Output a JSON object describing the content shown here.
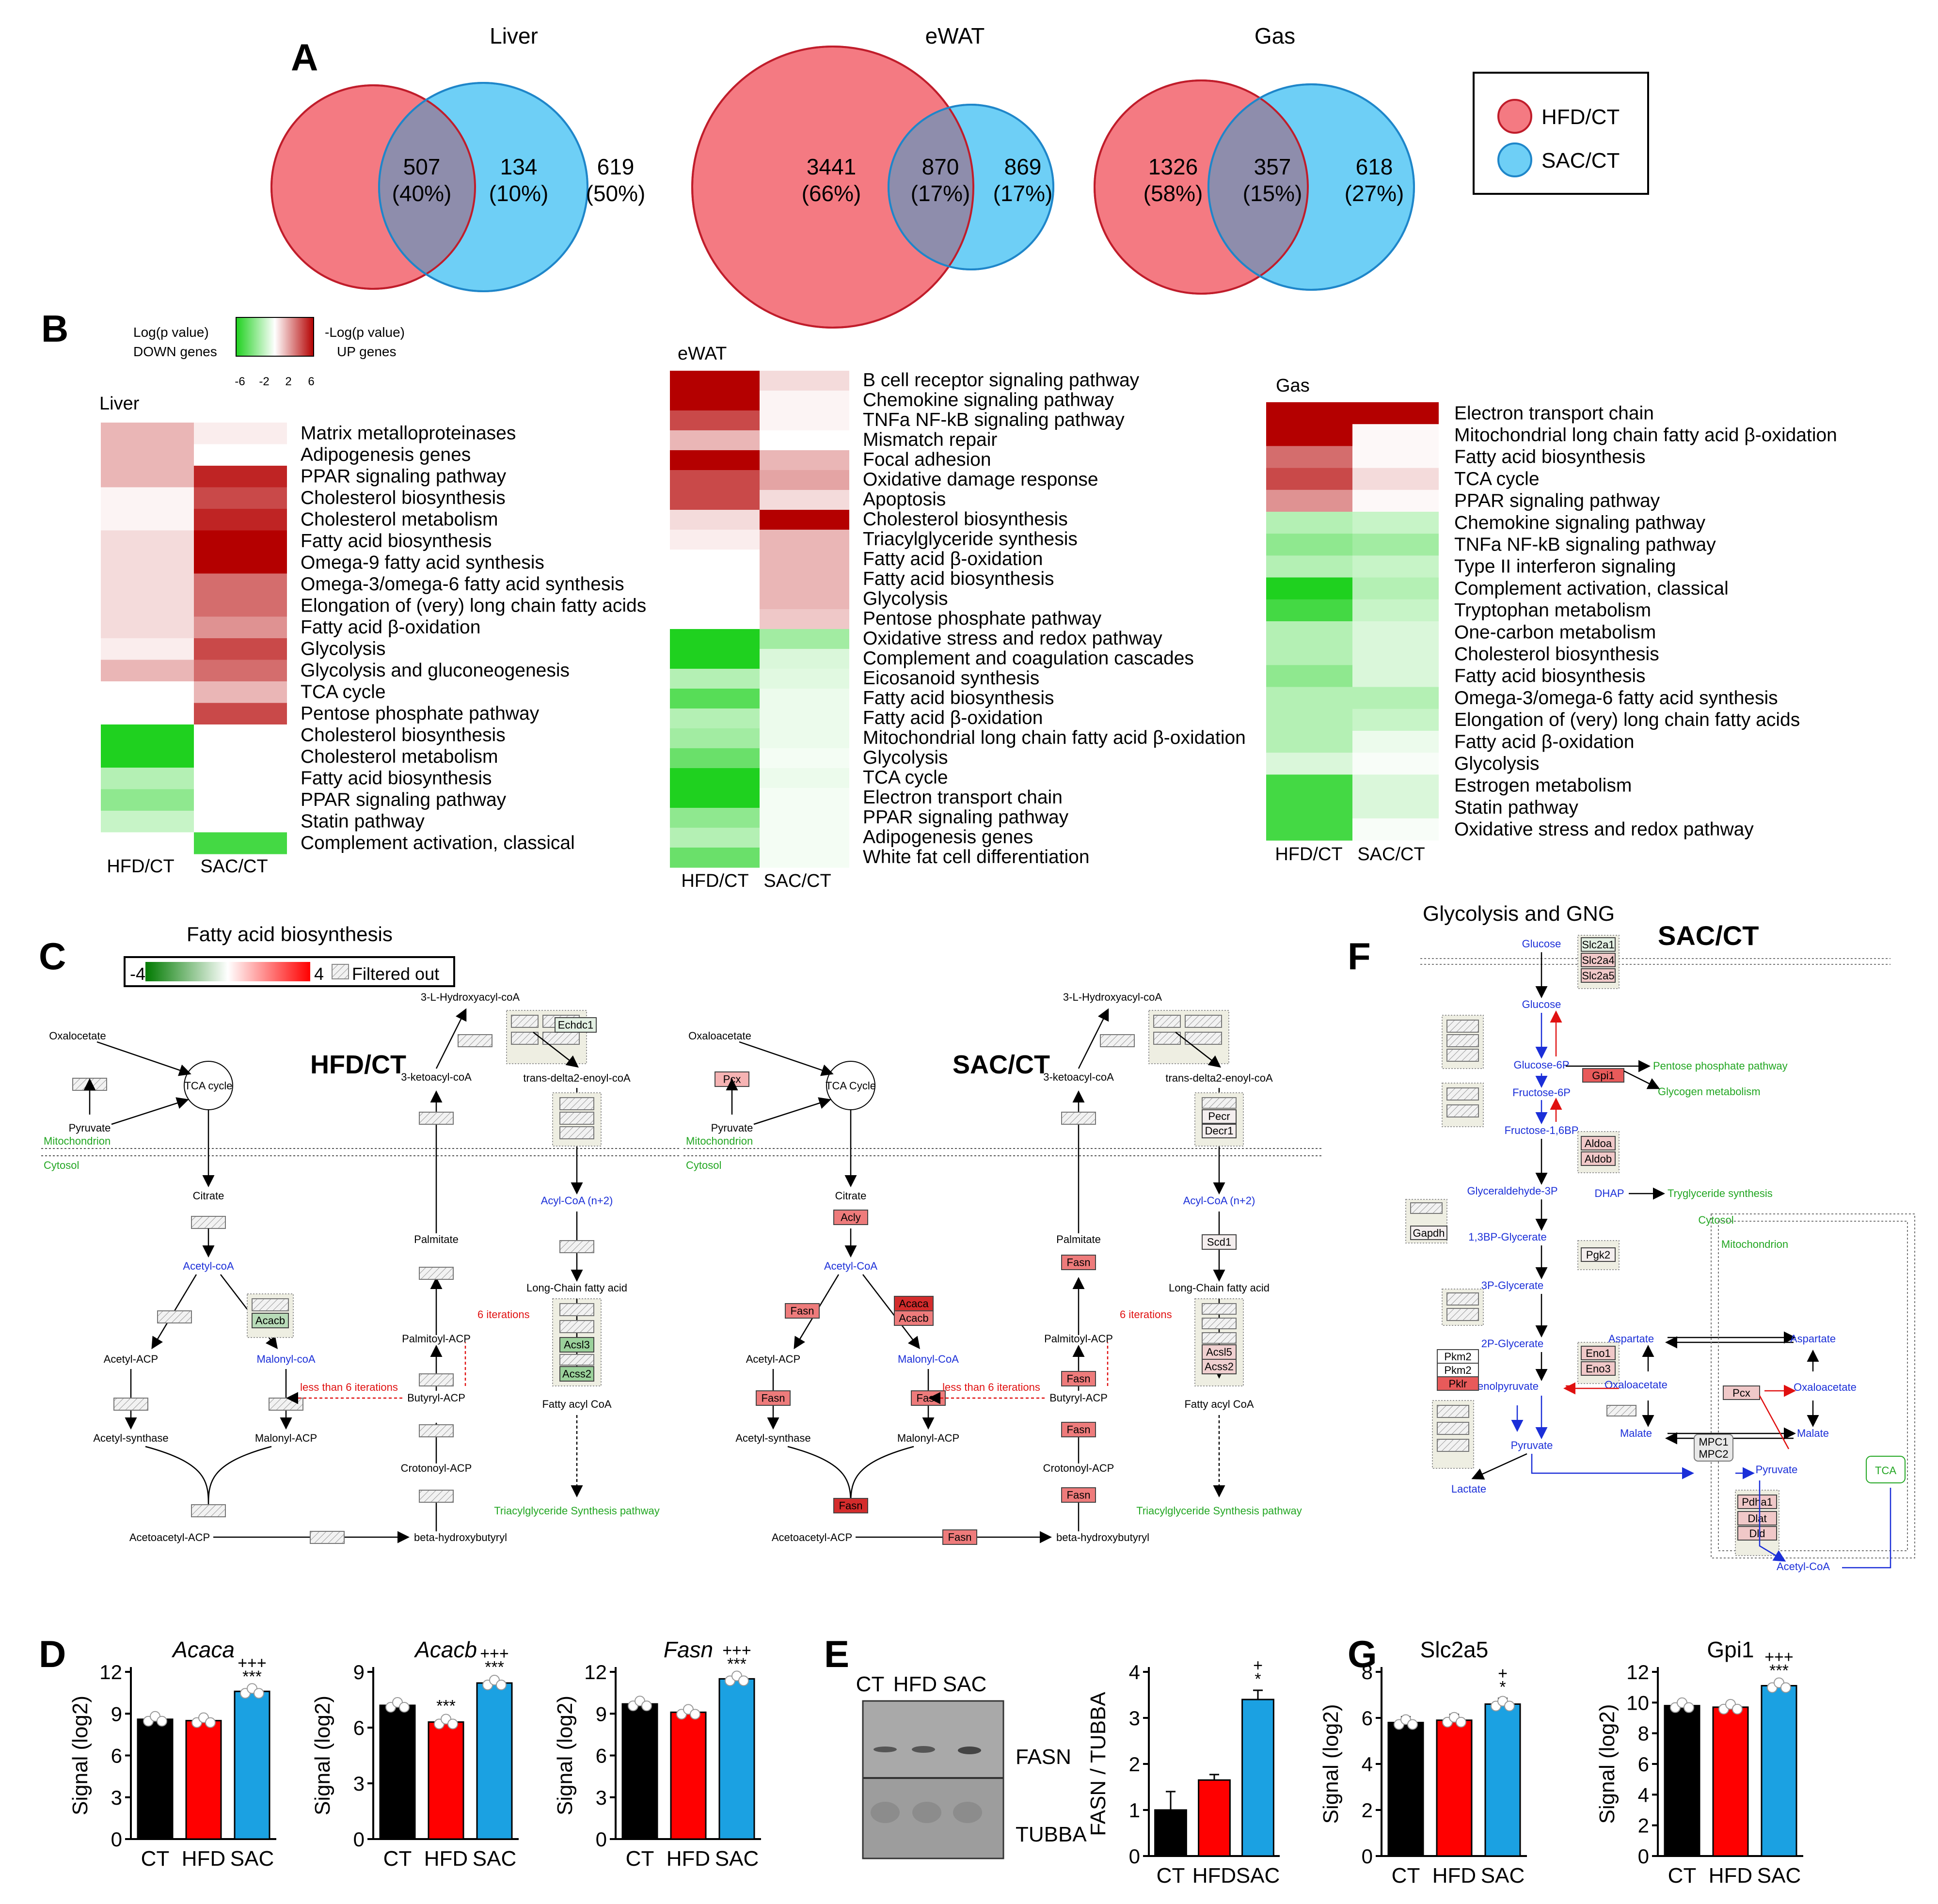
{
  "panel_letters": {
    "A": "A",
    "B": "B",
    "C": "C",
    "D": "D",
    "E": "E",
    "F": "F",
    "G": "G"
  },
  "panel_a": {
    "legend": [
      {
        "label": "HFD/CT",
        "color": "#f47a82"
      },
      {
        "label": "SAC/CT",
        "color": "#6ecff6"
      }
    ],
    "venns": [
      {
        "title": "Liver",
        "left": "507",
        "left_pct": "(40%)",
        "mid": "134",
        "mid_pct": "(10%)",
        "right": "619",
        "right_pct": "(50%)"
      },
      {
        "title": "eWAT",
        "left": "3441",
        "left_pct": "(66%)",
        "mid": "870",
        "mid_pct": "(17%)",
        "right": "869",
        "right_pct": "(17%)"
      },
      {
        "title": "Gas",
        "left": "1326",
        "left_pct": "(58%)",
        "mid": "357",
        "mid_pct": "(15%)",
        "right": "618",
        "right_pct": "(27%)"
      }
    ]
  },
  "panel_b": {
    "scale_left": "Log(p value)",
    "scale_left2": "DOWN genes",
    "scale_right": "-Log(p value)",
    "scale_right2": "UP genes",
    "scale_ticks": [
      "-6",
      "-2",
      "2",
      "6"
    ],
    "columns": [
      "HFD/CT",
      "SAC/CT"
    ],
    "heatmaps": [
      {
        "title": "Liver",
        "rows": [
          {
            "label": "Matrix metalloproteinases",
            "v": [
              2,
              0.5
            ]
          },
          {
            "label": "Adipogenesis genes",
            "v": [
              2,
              0
            ]
          },
          {
            "label": "PPAR signaling pathway",
            "v": [
              2,
              6
            ]
          },
          {
            "label": "Cholesterol biosynthesis",
            "v": [
              0.3,
              5
            ]
          },
          {
            "label": "Cholesterol metabolism",
            "v": [
              0.3,
              6
            ]
          },
          {
            "label": "Fatty acid biosynthesis",
            "v": [
              1,
              7
            ]
          },
          {
            "label": "Omega-9 fatty acid synthesis",
            "v": [
              1,
              7
            ]
          },
          {
            "label": "Omega-3/omega-6 fatty acid synthesis",
            "v": [
              1,
              4
            ]
          },
          {
            "label": "Elongation of (very) long chain fatty acids",
            "v": [
              1,
              4
            ]
          },
          {
            "label": "Fatty acid β-oxidation",
            "v": [
              1,
              3
            ]
          },
          {
            "label": "Glycolysis",
            "v": [
              0.5,
              5
            ]
          },
          {
            "label": "Glycolysis and gluconeogenesis",
            "v": [
              2,
              4
            ]
          },
          {
            "label": "TCA cycle",
            "v": [
              0,
              2
            ]
          },
          {
            "label": "Pentose phosphate pathway",
            "v": [
              0,
              5
            ]
          },
          {
            "label": "Cholesterol biosynthesis",
            "v": [
              -6,
              0
            ]
          },
          {
            "label": "Cholesterol metabolism",
            "v": [
              -6,
              0
            ]
          },
          {
            "label": "Fatty acid biosynthesis",
            "v": [
              -2,
              0
            ]
          },
          {
            "label": "PPAR signaling pathway",
            "v": [
              -3,
              0
            ]
          },
          {
            "label": "Statin pathway",
            "v": [
              -1.5,
              0
            ]
          },
          {
            "label": "Complement activation, classical",
            "v": [
              0,
              -5
            ]
          }
        ]
      },
      {
        "title": "eWAT",
        "rows": [
          {
            "label": "B cell receptor signaling pathway",
            "v": [
              7,
              1
            ]
          },
          {
            "label": "Chemokine signaling pathway",
            "v": [
              7,
              0.3
            ]
          },
          {
            "label": "TNFa NF-kB signaling pathway",
            "v": [
              5,
              0.3
            ]
          },
          {
            "label": "Mismatch repair",
            "v": [
              2,
              0
            ]
          },
          {
            "label": "Focal adhesion",
            "v": [
              7,
              2
            ]
          },
          {
            "label": "Oxidative damage response",
            "v": [
              5,
              2.5
            ]
          },
          {
            "label": "Apoptosis",
            "v": [
              5,
              1
            ]
          },
          {
            "label": "Cholesterol biosynthesis",
            "v": [
              1,
              7
            ]
          },
          {
            "label": "Triacylglyceride synthesis",
            "v": [
              0.5,
              2
            ]
          },
          {
            "label": "Fatty acid β-oxidation",
            "v": [
              0,
              2
            ]
          },
          {
            "label": "Fatty acid biosynthesis",
            "v": [
              0,
              2
            ]
          },
          {
            "label": "Glycolysis",
            "v": [
              0,
              2
            ]
          },
          {
            "label": "Pentose phosphate pathway",
            "v": [
              0,
              1.5
            ]
          },
          {
            "label": "Oxidative stress and redox pathway",
            "v": [
              -6,
              -2.5
            ]
          },
          {
            "label": "Complement and coagulation cascades",
            "v": [
              -6,
              -1
            ]
          },
          {
            "label": "Eicosanoid synthesis",
            "v": [
              -2,
              -0.8
            ]
          },
          {
            "label": "Fatty acid biosynthesis",
            "v": [
              -4.5,
              -0.5
            ]
          },
          {
            "label": "Fatty acid β-oxidation",
            "v": [
              -2,
              -0.5
            ]
          },
          {
            "label": "Mitochondrial long chain fatty acid β-oxidation",
            "v": [
              -2.5,
              -0.5
            ]
          },
          {
            "label": "Glycolysis",
            "v": [
              -4,
              -0.3
            ]
          },
          {
            "label": "TCA cycle",
            "v": [
              -6,
              -0.5
            ]
          },
          {
            "label": "Electron transport chain",
            "v": [
              -6,
              -0.3
            ]
          },
          {
            "label": "PPAR signaling pathway",
            "v": [
              -3,
              -0.3
            ]
          },
          {
            "label": "Adipogenesis genes",
            "v": [
              -2,
              -0.3
            ]
          },
          {
            "label": "White fat cell differentiation",
            "v": [
              -4,
              -0.3
            ]
          }
        ]
      },
      {
        "title": "Gas",
        "rows": [
          {
            "label": "Electron transport chain",
            "v": [
              7,
              7
            ]
          },
          {
            "label": "Mitochondrial long chain fatty acid β-oxidation",
            "v": [
              7,
              0.2
            ]
          },
          {
            "label": "Fatty acid biosynthesis",
            "v": [
              4,
              0.2
            ]
          },
          {
            "label": "TCA cycle",
            "v": [
              5,
              1
            ]
          },
          {
            "label": "PPAR signaling pathway",
            "v": [
              3,
              0.2
            ]
          },
          {
            "label": "Chemokine signaling pathway",
            "v": [
              -2,
              -1.5
            ]
          },
          {
            "label": "TNFa NF-kB signaling pathway",
            "v": [
              -3,
              -2.5
            ]
          },
          {
            "label": "Type II interferon signaling",
            "v": [
              -2,
              -1.5
            ]
          },
          {
            "label": "Complement activation, classical",
            "v": [
              -6,
              -2
            ]
          },
          {
            "label": "Tryptophan metabolism",
            "v": [
              -5,
              -1.5
            ]
          },
          {
            "label": "One-carbon metabolism",
            "v": [
              -2,
              -1
            ]
          },
          {
            "label": "Cholesterol biosynthesis",
            "v": [
              -2,
              -1
            ]
          },
          {
            "label": "Fatty acid biosynthesis",
            "v": [
              -3,
              -1
            ]
          },
          {
            "label": "Omega-3/omega-6 fatty acid synthesis",
            "v": [
              -2,
              -2
            ]
          },
          {
            "label": "Elongation of (very) long chain fatty acids",
            "v": [
              -2,
              -1.5
            ]
          },
          {
            "label": "Fatty acid β-oxidation",
            "v": [
              -2,
              -0.5
            ]
          },
          {
            "label": "Glycolysis",
            "v": [
              -1,
              -0.2
            ]
          },
          {
            "label": "Estrogen metabolism",
            "v": [
              -5,
              -1
            ]
          },
          {
            "label": "Statin pathway",
            "v": [
              -5,
              -1
            ]
          },
          {
            "label": "Oxidative stress and redox pathway",
            "v": [
              -5,
              -0.2
            ]
          }
        ]
      }
    ]
  },
  "panel_c": {
    "title": "Fatty acid biosynthesis",
    "legend_min": "-4",
    "legend_max": "4",
    "legend_filtered": "Filtered out",
    "maps": [
      {
        "name": "HFD/CT",
        "genes": {
          "acacb": "Acacb",
          "echdc1": "Echdc1",
          "acsl3": "Acsl3",
          "acss2": "Acss2"
        }
      },
      {
        "name": "SAC/CT",
        "genes": {
          "pcx": "Pcx",
          "acly": "Acly",
          "fasn": "Fasn",
          "acaca": "Acaca",
          "acacb": "Acacb",
          "pecr": "Pecr",
          "decr1": "Decr1",
          "scd1": "Scd1",
          "acsl5": "Acsl5",
          "acss2": "Acss2"
        }
      }
    ],
    "labels": {
      "oxaloacetate": "Oxalocetate",
      "oxaloacetate2": "Oxaloacetate",
      "tca": "TCA cycle",
      "tca2": "TCA Cycle",
      "pyruvate": "Pyruvate",
      "mito": "Mitochondrion",
      "cytosol": "Cytosol",
      "citrate": "Citrate",
      "acetylcoa": "Acetyl-coA",
      "acetylcoa2": "Acetyl-CoA",
      "acetylacp": "Acetyl-ACP",
      "malonylcoa": "Malonyl-coA",
      "malonylcoa2": "Malonyl-CoA",
      "acetylsynthase": "Acetyl-synthase",
      "malonylacp": "Malonyl-ACP",
      "acetoacetyl": "Acetoacetyl-ACP",
      "betahydroxy": "beta-hydroxybutyryl",
      "crotonoyl": "Crotonoyl-ACP",
      "butyryl": "Butyryl-ACP",
      "palmitoyl": "Palmitoyl-ACP",
      "palmitate": "Palmitate",
      "ketoacyl": "3-ketoacyl-coA",
      "hydroxyacyl": "3-L-Hydroxyacyl-coA",
      "transdelta": "trans-delta2-enoyl-coA",
      "acylcoa": "Acyl-CoA (n+2)",
      "longchain": "Long-Chain fatty acid",
      "fattyacyl": "Fatty acyl CoA",
      "tag": "Triacylglyceride Synthesis pathway",
      "lt6": "less than 6 iterations",
      "six": "6 iterations"
    }
  },
  "panel_f": {
    "title": "Glycolysis and GNG",
    "subtitle": "SAC/CT",
    "genes": [
      "Slc2a1",
      "Slc2a4",
      "Slc2a5",
      "Gpi1",
      "Aldoa",
      "Aldob",
      "Gapdh",
      "Pgk2",
      "Eno1",
      "Eno3",
      "Pkm2",
      "Pkm2",
      "Pklr",
      "Pcx",
      "MPC1",
      "MPC2",
      "Pdha1",
      "Dlat",
      "Dld"
    ],
    "labels": {
      "glucose": "Glucose",
      "g6p": "Glucose-6P",
      "f6p": "Fructose-6P",
      "f16bp": "Fructose-1,6BP",
      "g3p": "Glyceraldehyde-3P",
      "dhap": "DHAP",
      "bpg": "1,3BP-Glycerate",
      "pg3": "3P-Glycerate",
      "pg2": "2P-Glycerate",
      "pep": "P-enolpyruvate",
      "pyruvate": "Pyruvate",
      "lactate": "Lactate",
      "aspartate": "Aspartate",
      "oaa": "Oxaloacetate",
      "malate": "Malate",
      "acetylcoa": "Acetyl-CoA",
      "ppp": "Pentose phosphate pathway",
      "glycogen": "Glycogen metabolism",
      "tag": "Tryglyceride synthesis",
      "cytosol": "Cytosol",
      "mito": "Mitochondrion",
      "tca": "TCA"
    }
  },
  "panel_d": {
    "charts": [
      {
        "title": "Acaca",
        "ylabel": "Signal (log2)",
        "ylim": [
          0,
          12
        ],
        "ticks": [
          "0",
          "3",
          "6",
          "9",
          "12"
        ],
        "categories": [
          "CT",
          "HFD",
          "SAC"
        ],
        "values": [
          8.6,
          8.5,
          10.6
        ],
        "sig": [
          "",
          "",
          "+++",
          "***"
        ]
      },
      {
        "title": "Acacb",
        "ylabel": "Signal (log2)",
        "ylim": [
          0,
          9
        ],
        "ticks": [
          "0",
          "3",
          "6",
          "9"
        ],
        "categories": [
          "CT",
          "HFD",
          "SAC"
        ],
        "values": [
          7.2,
          6.3,
          8.4
        ],
        "sig_hfd": "***",
        "sig": [
          "+++",
          "***"
        ]
      },
      {
        "title": "Fasn",
        "ylabel": "Signal (log2)",
        "ylim": [
          0,
          12
        ],
        "ticks": [
          "0",
          "3",
          "6",
          "9",
          "12"
        ],
        "categories": [
          "CT",
          "HFD",
          "SAC"
        ],
        "values": [
          9.7,
          9.1,
          11.5
        ],
        "sig": [
          "+++",
          "***"
        ]
      }
    ]
  },
  "panel_e": {
    "blot_lanes": [
      "CT",
      "HFD",
      "SAC"
    ],
    "blot_labels": [
      "FASN",
      "TUBBA"
    ],
    "chart": {
      "ylabel": "FASN / TUBBA",
      "ylim": [
        0,
        4
      ],
      "ticks": [
        "0",
        "1",
        "2",
        "3",
        "4"
      ],
      "categories": [
        "CT",
        "HFD",
        "SAC"
      ],
      "values": [
        1.0,
        1.65,
        3.4
      ],
      "errors": [
        0.4,
        0.12,
        0.2
      ],
      "sig": [
        "+",
        "*"
      ]
    }
  },
  "panel_g": {
    "charts": [
      {
        "title": "Slc2a5",
        "ylabel": "Signal (log2)",
        "ylim": [
          0,
          8
        ],
        "ticks": [
          "0",
          "2",
          "4",
          "6",
          "8"
        ],
        "categories": [
          "CT",
          "HFD",
          "SAC"
        ],
        "values": [
          5.8,
          5.9,
          6.6
        ],
        "sig": [
          "+",
          "*"
        ]
      },
      {
        "title": "Gpi1",
        "ylabel": "Signal (log2)",
        "ylim": [
          0,
          12
        ],
        "ticks": [
          "0",
          "2",
          "4",
          "6",
          "8",
          "10",
          "12"
        ],
        "categories": [
          "CT",
          "HFD",
          "SAC"
        ],
        "values": [
          9.8,
          9.7,
          11.1
        ],
        "sig": [
          "+++",
          "***"
        ]
      }
    ]
  },
  "colors": {
    "ct": "#000000",
    "hfd": "#ff0000",
    "sac": "#1ba1e2",
    "venn_red": "#f47a82",
    "venn_blue": "#6ecff6",
    "venn_overlap": "#8e8dac"
  }
}
